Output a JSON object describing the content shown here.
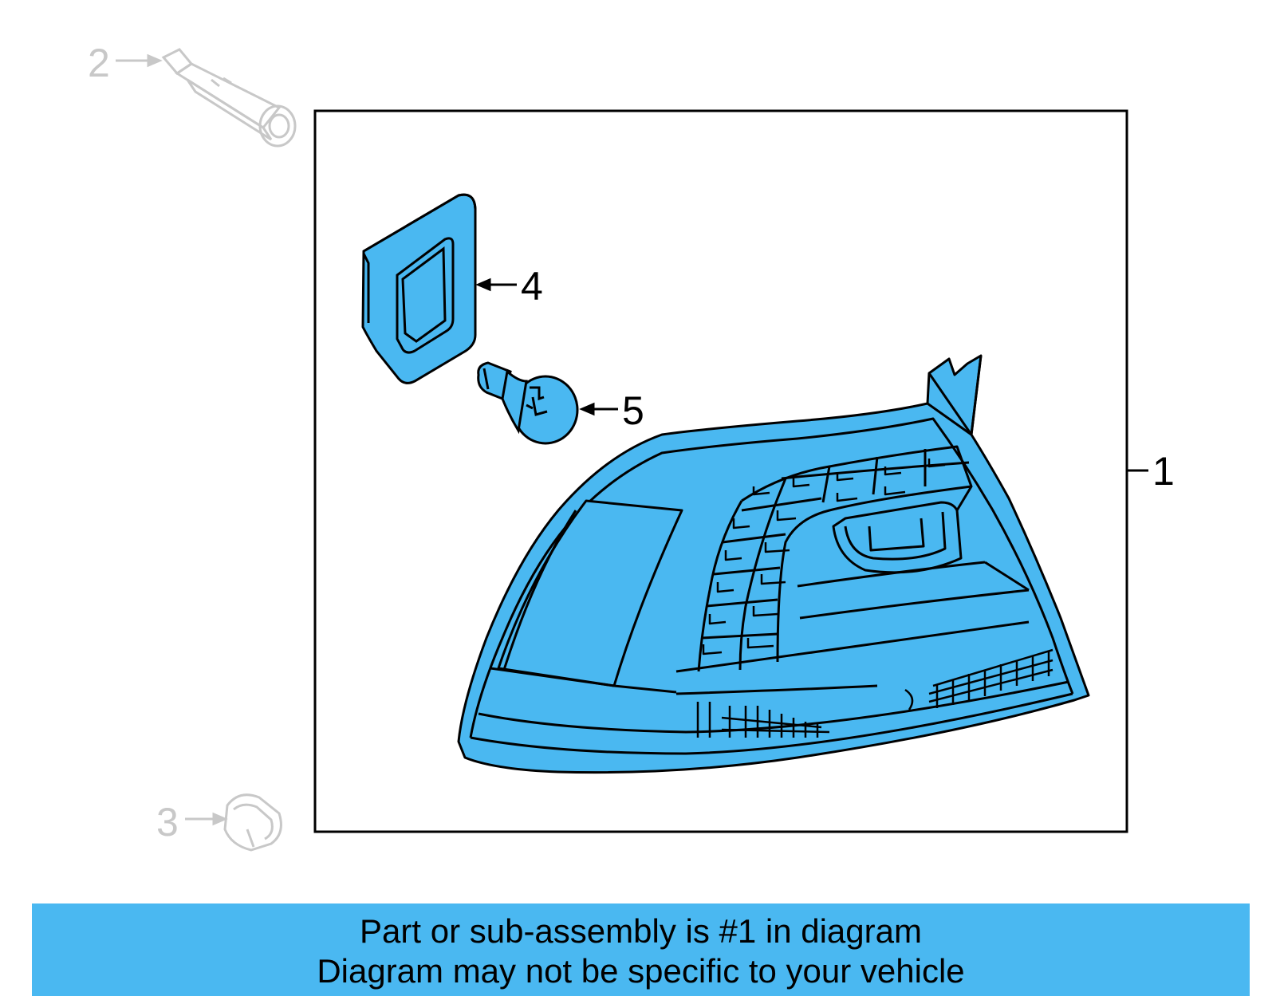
{
  "colors": {
    "highlight": "#4ab8f1",
    "outline": "#000000",
    "inactive": "#c8c8c8"
  },
  "callouts": {
    "c1": "1",
    "c2": "2",
    "c3": "3",
    "c4": "4",
    "c5": "5"
  },
  "banner": {
    "line1": "Part or sub-assembly is #1 in diagram",
    "line2": "Diagram may not be specific to your vehicle"
  }
}
